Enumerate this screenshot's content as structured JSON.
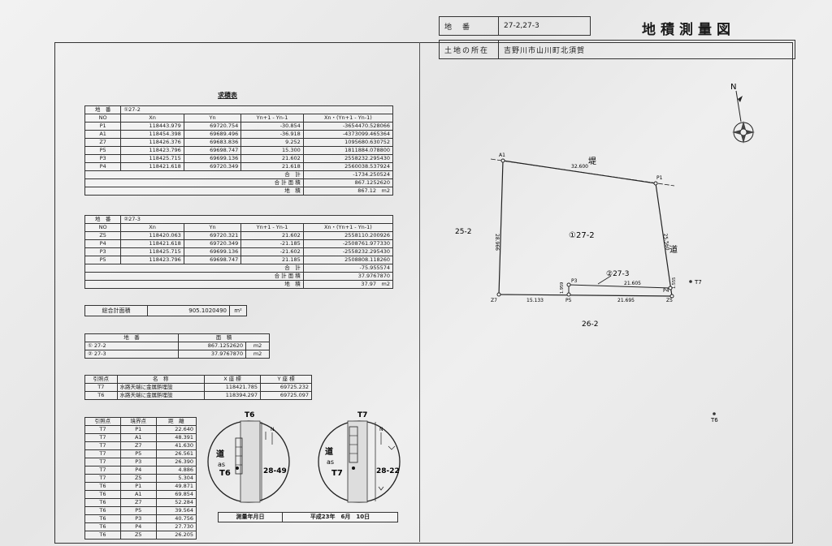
{
  "title": "地積測量図",
  "header": {
    "chiban_label": "地　番",
    "chiban_value": "27-2,27-3",
    "location_label": "土地の所在",
    "location_value": "吉野川市山川町北須賀"
  },
  "kyuseki_title": "求積表",
  "table1": {
    "chiban_label": "地　番",
    "chiban_value": "①27-2",
    "headers": [
      "NO",
      "Xn",
      "Yn",
      "Yn+1 - Yn-1",
      "Xn・(Yn+1 - Yn-1)"
    ],
    "rows": [
      [
        "P1",
        "118443.979",
        "69720.754",
        "-30.854",
        "-3654470.528066"
      ],
      [
        "A1",
        "118454.398",
        "69689.496",
        "-36.918",
        "-4373099.465364"
      ],
      [
        "Z7",
        "118426.376",
        "69683.836",
        "9.252",
        "1095680.630752"
      ],
      [
        "P5",
        "118423.796",
        "69698.747",
        "15.300",
        "1811884.078800"
      ],
      [
        "P3",
        "118425.715",
        "69699.136",
        "21.602",
        "2558232.295430"
      ],
      [
        "P4",
        "118421.618",
        "69720.349",
        "21.618",
        "2560038.537924"
      ]
    ],
    "sum_label": "合　計",
    "sum_value": "-1734.250524",
    "area_label": "合 計 面 積",
    "area_value": "867.1252620",
    "chiseki_label": "地　積",
    "chiseki_value": "867.12　m2"
  },
  "table2": {
    "chiban_label": "地　番",
    "chiban_value": "②27-3",
    "headers": [
      "NO",
      "Xn",
      "Yn",
      "Yn+1 - Yn-1",
      "Xn・(Yn+1 - Yn-1)"
    ],
    "rows": [
      [
        "Z5",
        "118420.063",
        "69720.321",
        "21.602",
        "2558110.200926"
      ],
      [
        "P4",
        "118421.618",
        "69720.349",
        "-21.185",
        "-2508761.977330"
      ],
      [
        "P3",
        "118425.715",
        "69699.136",
        "-21.602",
        "-2558232.295430"
      ],
      [
        "P5",
        "118423.796",
        "69698.747",
        "21.185",
        "2508808.118260"
      ]
    ],
    "sum_label": "合　計",
    "sum_value": "-75.955574",
    "area_label": "合 計 面 積",
    "area_value": "37.9767870",
    "chiseki_label": "地　積",
    "chiseki_value": "37.97　m2"
  },
  "total": {
    "label": "総合計面積",
    "value": "905.1020490",
    "unit": "m²"
  },
  "area_summary": {
    "headers": [
      "地　番",
      "面　積"
    ],
    "rows": [
      [
        "① 27-2",
        "867.1252620",
        "m2"
      ],
      [
        "② 27-3",
        "37.9767870",
        "m2"
      ]
    ]
  },
  "reference_points": {
    "headers": [
      "引照点",
      "名　称",
      "X 座 標",
      "Y 座 標"
    ],
    "rows": [
      [
        "T7",
        "水路天端に金属鋲埋設",
        "118421.785",
        "69725.232"
      ],
      [
        "T6",
        "水路天端に金属鋲埋設",
        "118394.297",
        "69725.097"
      ]
    ]
  },
  "distance_table": {
    "headers": [
      "引照点",
      "境界点",
      "距　離"
    ],
    "rows": [
      [
        "T7",
        "P1",
        "22.640"
      ],
      [
        "T7",
        "A1",
        "48.391"
      ],
      [
        "T7",
        "Z7",
        "41.630"
      ],
      [
        "T7",
        "P5",
        "26.561"
      ],
      [
        "T7",
        "P3",
        "26.390"
      ],
      [
        "T7",
        "P4",
        "4.886"
      ],
      [
        "T7",
        "Z5",
        "5.304"
      ],
      [
        "T6",
        "P1",
        "49.871"
      ],
      [
        "T6",
        "A1",
        "69.854"
      ],
      [
        "T6",
        "Z7",
        "52.284"
      ],
      [
        "T6",
        "P5",
        "39.564"
      ],
      [
        "T6",
        "P3",
        "40.756"
      ],
      [
        "T6",
        "P4",
        "27.730"
      ],
      [
        "T6",
        "Z5",
        "26.205"
      ]
    ]
  },
  "survey_date": {
    "label": "測量年月日",
    "value": "平成23年　6月　10日"
  },
  "map": {
    "parcel1": "①27-2",
    "parcel2": "②27-3",
    "east_road": "道",
    "north_levee": "堤",
    "west_parcel": "25-2",
    "south_parcel": "26-2",
    "points": {
      "A1": "A1",
      "P1": "P1",
      "Z7": "Z7",
      "P5": "P5",
      "P3": "P3",
      "P4": "P4",
      "Z5": "Z5",
      "T7": "T7",
      "T6": "T6"
    },
    "dims": {
      "top": "32.600",
      "left": "28.966",
      "right": "25.560",
      "bottom1": "15.133",
      "bottom2": "21.695",
      "p3_offset": "1.959",
      "p3p4": "21.605",
      "z5p4": "1.555"
    },
    "north_label": "N"
  },
  "details": {
    "left": {
      "label": "T6",
      "road": "道",
      "as": "as",
      "parcel": "28-49",
      "north": "N"
    },
    "right": {
      "label": "T7",
      "road": "道",
      "as": "as",
      "parcel": "28-22",
      "north": "N"
    }
  }
}
